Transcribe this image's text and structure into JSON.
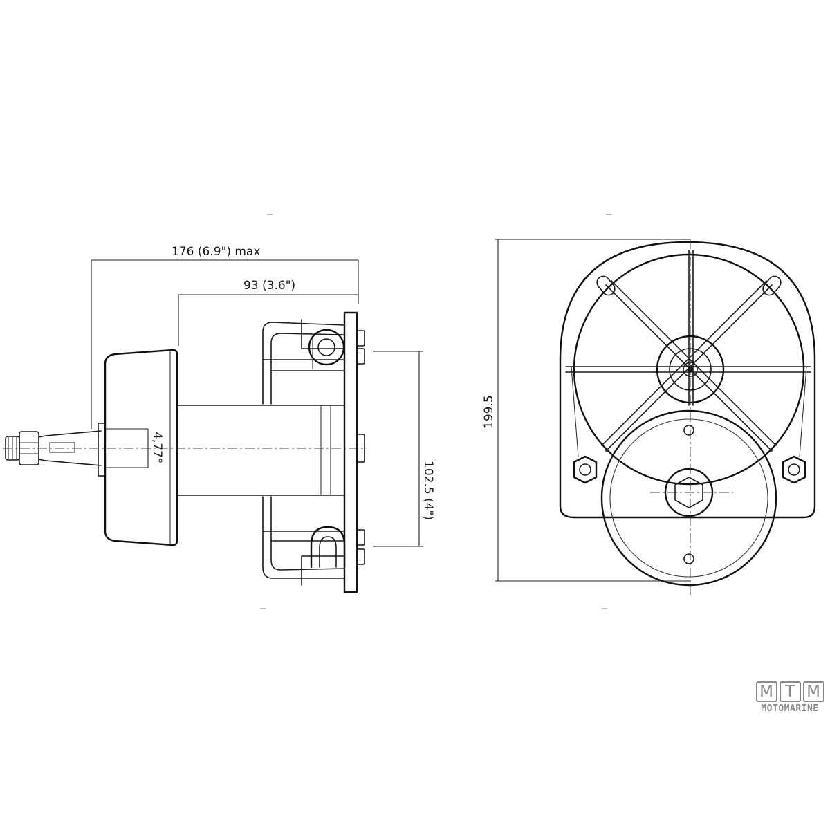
{
  "dimensions": {
    "overall_length": "176 (6.9\") max",
    "body_length": "93 (3.6\")",
    "shaft_angle": "4,77°",
    "mount_spacing": "102.5 (4\")",
    "overall_height": "199.5"
  },
  "logo": {
    "letters": [
      "M",
      "T",
      "M"
    ],
    "wordmark": "MOTOMARINE"
  }
}
